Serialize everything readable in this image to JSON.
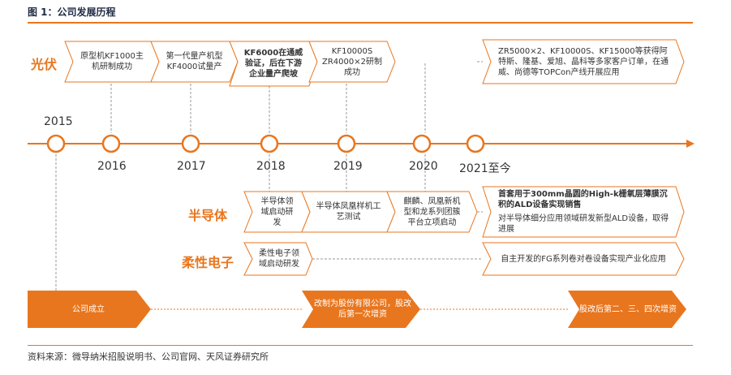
{
  "figure": {
    "title": "图 1：公司发展历程",
    "source": "资料来源：微导纳米招股说明书、公司官网、天风证券研究所"
  },
  "categories": {
    "pv": "光伏",
    "semi": "半导体",
    "flex": "柔性电子"
  },
  "years": [
    "2015",
    "2016",
    "2017",
    "2018",
    "2019",
    "2020",
    "2021至今"
  ],
  "pv_events": [
    "原型机KF1000主机研制成功",
    "第一代量产机型KF4000试量产",
    "KF6000在通威验证，后在下游企业量产爬坡",
    "KF10000S ZR4000×2研制成功",
    "ZR5000×2、KF10000S、KF15000等获得阿特斯、隆基、爱旭、晶科等多家客户订单，在通威、尚德等TOPCon产线开展应用"
  ],
  "semi_events": [
    "半导体领域启动研发",
    "半导体凤凰样机工艺测试",
    "麒麟、凤凰新机型和龙系列团簇平台立项启动",
    "首套用于300mm晶圆的High-k栅氧层薄膜沉积的ALD设备实现销售",
    "对半导体细分应用领域研发新型ALD设备，取得进展"
  ],
  "flex_events": [
    "柔性电子领域启动研发",
    "自主开发的FG系列卷对卷设备实现产业化应用"
  ],
  "corporate_events": [
    "公司成立",
    "改制为股份有限公司，股改后第一次增资",
    "股改后第二、三、四次增资"
  ],
  "colors": {
    "accent": "#e8761e",
    "text": "#333333",
    "title": "#1f2a44"
  }
}
